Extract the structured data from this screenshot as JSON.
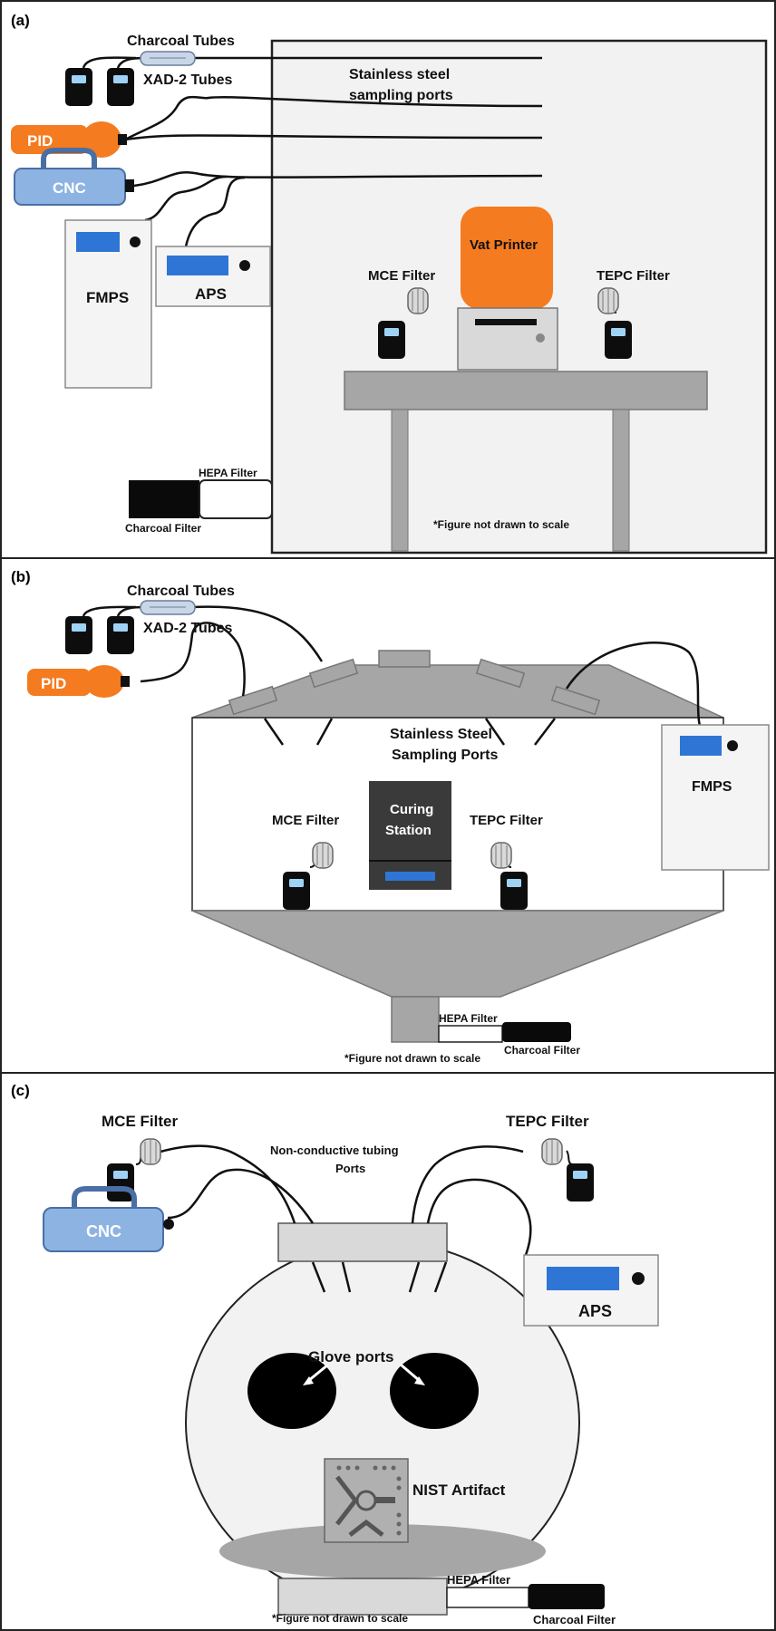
{
  "colors": {
    "panel_border": "#222222",
    "chamber_fill": "#f2f2f2",
    "sampler_body": "#0d0d0d",
    "sampler_screen": "#9fd3f5",
    "pid_orange": "#f47b20",
    "cnc_blue": "#8db3e2",
    "cnc_stroke": "#4a6fa5",
    "display_blue": "#2e75d6",
    "device_fill": "#f4f4f4",
    "device_stroke": "#8a8a8a",
    "gray_fill": "#a6a6a6",
    "curing_station": "#3a3a3a",
    "tube": "#111111"
  },
  "icons": {
    "sampling_pump": "sampling-pump-icon",
    "filter_cassette": "filter-cassette-icon",
    "sorbent_tube": "sorbent-tube-icon",
    "nist_artifact": "nist-artifact-icon"
  },
  "panels": {
    "a": {
      "letter": "(a)",
      "charcoal_tubes": "Charcoal Tubes",
      "xad2_tubes": "XAD-2 Tubes",
      "ports_line1": "Stainless steel",
      "ports_line2": "sampling ports",
      "pid": "PID",
      "cnc": "CNC",
      "fmps": "FMPS",
      "aps": "APS",
      "vat_printer": "Vat Printer",
      "mce_filter": "MCE Filter",
      "tepc_filter": "TEPC Filter",
      "hepa_filter": "HEPA Filter",
      "charcoal_filter": "Charcoal Filter",
      "note": "*Figure not drawn to scale"
    },
    "b": {
      "letter": "(b)",
      "charcoal_tubes": "Charcoal Tubes",
      "xad2_tubes": "XAD-2 Tubes",
      "pid": "PID",
      "ports_line1": "Stainless Steel",
      "ports_line2": "Sampling Ports",
      "fmps": "FMPS",
      "mce_filter": "MCE Filter",
      "curing_line1": "Curing",
      "curing_line2": "Station",
      "tepc_filter": "TEPC Filter",
      "hepa_filter": "HEPA Filter",
      "charcoal_filter": "Charcoal Filter",
      "note": "*Figure not drawn to scale"
    },
    "c": {
      "letter": "(c)",
      "mce_filter": "MCE Filter",
      "tepc_filter": "TEPC Filter",
      "ports_line1": "Non-conductive tubing",
      "ports_line2": "Ports",
      "cnc": "CNC",
      "aps": "APS",
      "glove_ports": "Glove ports",
      "nist_artifact": "NIST Artifact",
      "hepa_filter": "HEPA Filter",
      "charcoal_filter": "Charcoal Filter",
      "note": "*Figure not drawn to scale"
    }
  }
}
